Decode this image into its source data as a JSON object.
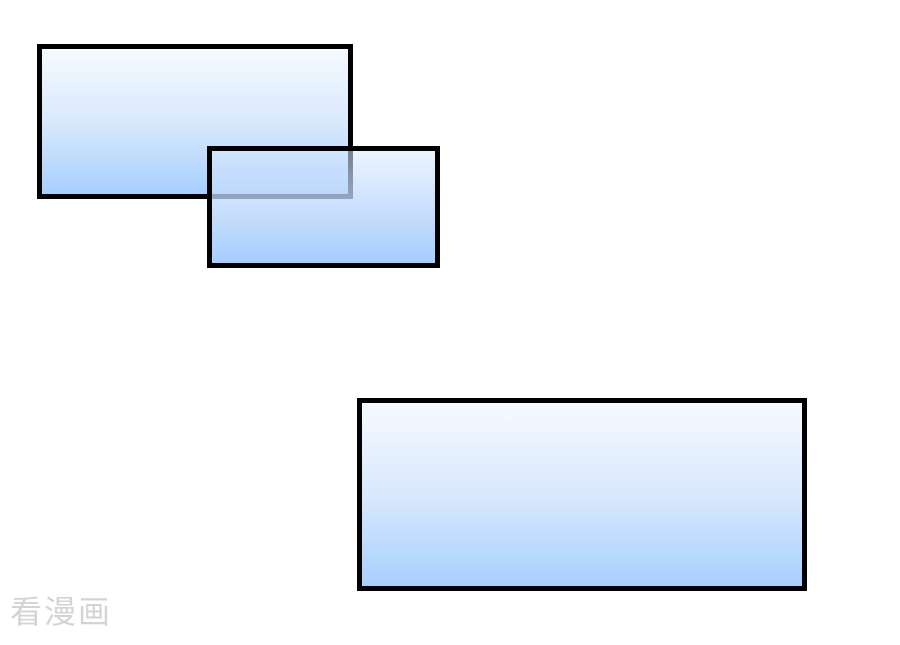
{
  "panels": [
    {
      "id": "panel-a",
      "label": ""
    },
    {
      "id": "panel-b",
      "label": ""
    },
    {
      "id": "panel-c",
      "label": ""
    }
  ],
  "colors": {
    "border": "#000000",
    "fill_top": "#f6faff",
    "fill_bottom": "#a7cffd",
    "watermark": "#d4d4d4"
  },
  "watermark": {
    "text": "看漫画"
  }
}
